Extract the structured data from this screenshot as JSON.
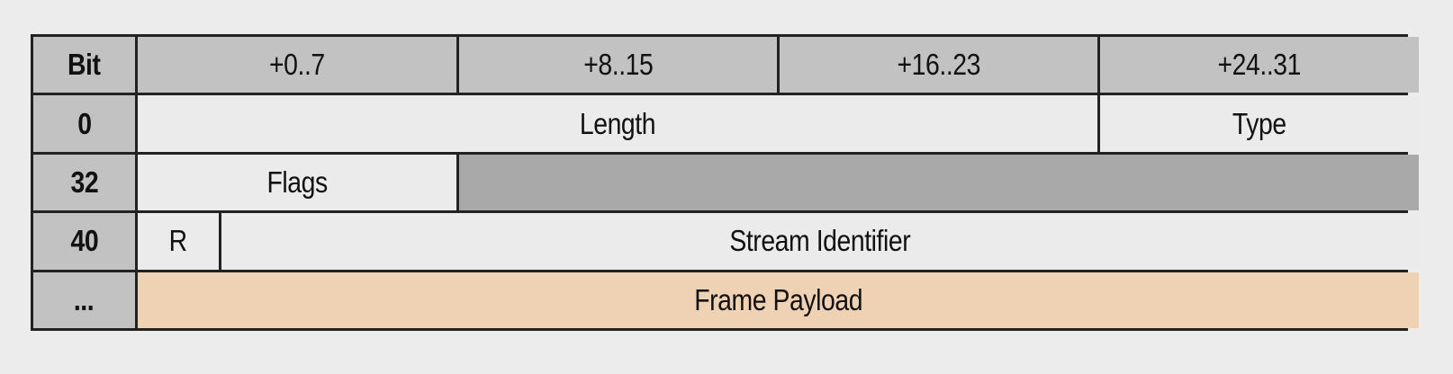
{
  "header": {
    "bit": "Bit",
    "col1": "+0..7",
    "col2": "+8..15",
    "col3": "+16..23",
    "col4": "+24..31"
  },
  "rows": [
    {
      "label": "0",
      "fields": [
        "Length",
        "Type"
      ]
    },
    {
      "label": "32",
      "fields": [
        "Flags",
        ""
      ]
    },
    {
      "label": "40",
      "fields": [
        "R",
        "Stream Identifier"
      ]
    },
    {
      "label": "...",
      "fields": [
        "Frame Payload"
      ]
    }
  ],
  "colors": {
    "header_bg": "#c2c2c2",
    "field_bg": "#ebebeb",
    "reserved_bg": "#a9a9a9",
    "payload_bg": "#efd2b3",
    "border": "#222222"
  }
}
